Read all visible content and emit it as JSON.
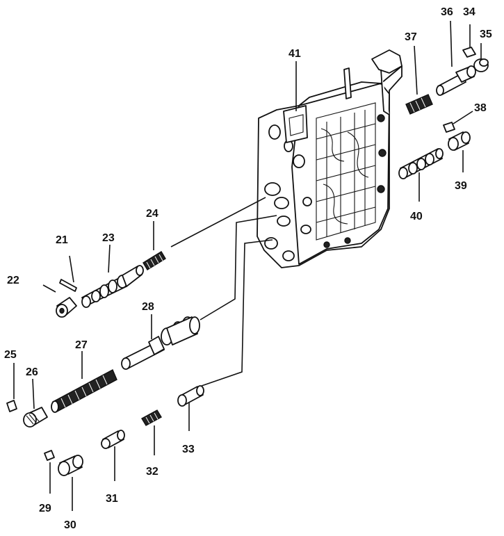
{
  "diagram": {
    "labels": {
      "p21": "21",
      "p22": "22",
      "p23": "23",
      "p24": "24",
      "p25": "25",
      "p26": "26",
      "p27": "27",
      "p28": "28",
      "p29": "29",
      "p30": "30",
      "p31": "31",
      "p32": "32",
      "p33": "33",
      "p34": "34",
      "p35": "35",
      "p36": "36",
      "p37": "37",
      "p38": "38",
      "p39": "39",
      "p40": "40",
      "p41": "41"
    },
    "colors": {
      "ink": "#111111",
      "paper": "#ffffff"
    }
  }
}
